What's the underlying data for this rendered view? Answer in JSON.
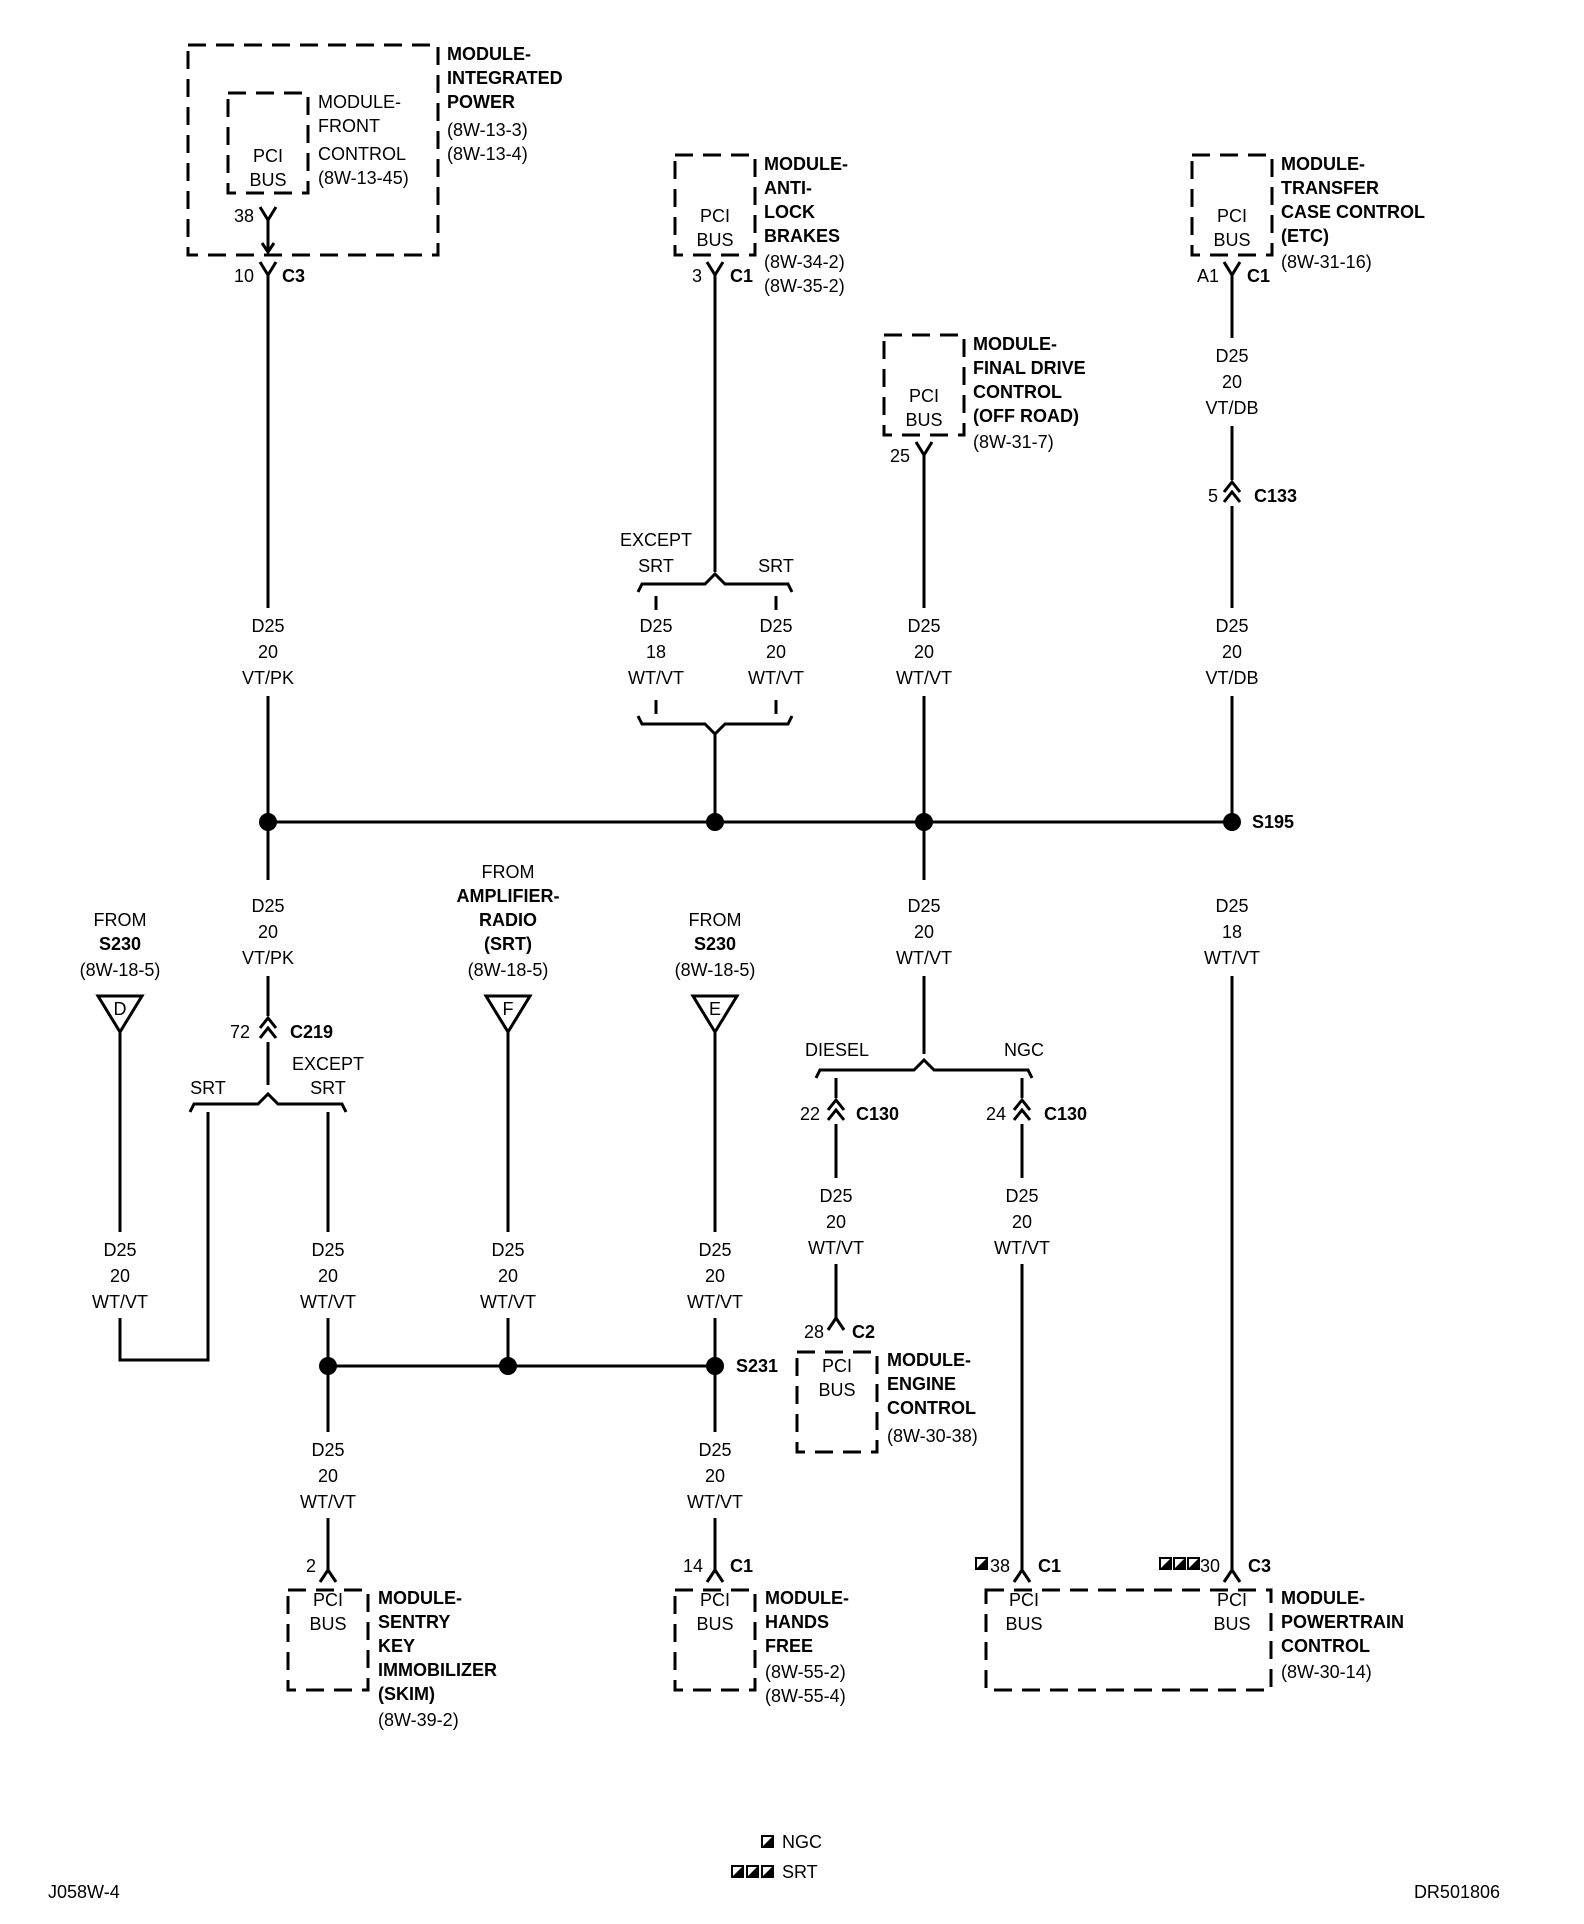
{
  "modules": {
    "integrated_power": {
      "name": [
        "MODULE-",
        "INTEGRATED",
        "POWER"
      ],
      "refs": [
        "(8W-13-3)",
        "(8W-13-4)"
      ]
    },
    "front_control": {
      "name": [
        "MODULE-",
        "FRONT",
        "CONTROL"
      ],
      "refs": [
        "(8W-13-45)"
      ],
      "bus": [
        "PCI",
        "BUS"
      ],
      "pin": "38"
    },
    "anti_lock_brakes": {
      "name": [
        "MODULE-",
        "ANTI-",
        "LOCK",
        "BRAKES"
      ],
      "refs": [
        "(8W-34-2)",
        "(8W-35-2)"
      ],
      "bus": [
        "PCI",
        "BUS"
      ],
      "pin": "3",
      "connector": "C1"
    },
    "final_drive": {
      "name": [
        "MODULE-",
        "FINAL DRIVE",
        "CONTROL",
        "(OFF ROAD)"
      ],
      "refs": [
        "(8W-31-7)"
      ],
      "bus": [
        "PCI",
        "BUS"
      ],
      "pin": "25"
    },
    "transfer_case": {
      "name": [
        "MODULE-",
        "TRANSFER",
        "CASE CONTROL",
        "(ETC)"
      ],
      "refs": [
        "(8W-31-16)"
      ],
      "bus": [
        "PCI",
        "BUS"
      ],
      "pin": "A1",
      "connector": "C1"
    },
    "engine_control": {
      "name": [
        "MODULE-",
        "ENGINE",
        "CONTROL"
      ],
      "refs": [
        "(8W-30-38)"
      ],
      "bus": [
        "PCI",
        "BUS"
      ],
      "pin": "28",
      "connector": "C2"
    },
    "skim": {
      "name": [
        "MODULE-",
        "SENTRY",
        "KEY",
        "IMMOBILIZER",
        "(SKIM)"
      ],
      "refs": [
        "(8W-39-2)"
      ],
      "bus": [
        "PCI",
        "BUS"
      ],
      "pin": "2"
    },
    "hands_free": {
      "name": [
        "MODULE-",
        "HANDS",
        "FREE"
      ],
      "refs": [
        "(8W-55-2)",
        "(8W-55-4)"
      ],
      "bus": [
        "PCI",
        "BUS"
      ],
      "pin": "14",
      "connector": "C1"
    },
    "powertrain": {
      "name": [
        "MODULE-",
        "POWERTRAIN",
        "CONTROL"
      ],
      "refs": [
        "(8W-30-14)"
      ],
      "bus": [
        "PCI",
        "BUS"
      ],
      "pin_a": "38",
      "connector_a": "C1",
      "pin_b": "30",
      "connector_b": "C3"
    }
  },
  "ipm_connector": {
    "pin": "10",
    "connector": "C3"
  },
  "wires": {
    "vt_pk": [
      "D25",
      "20",
      "VT/PK"
    ],
    "wt_vt_18": [
      "D25",
      "18",
      "WT/VT"
    ],
    "wt_vt_20": [
      "D25",
      "20",
      "WT/VT"
    ],
    "vt_db": [
      "D25",
      "20",
      "VT/DB"
    ]
  },
  "inline_connectors": {
    "c133": {
      "pin": "5",
      "name": "C133"
    },
    "c219": {
      "pin": "72",
      "name": "C219"
    },
    "c130_diesel": {
      "pin": "22",
      "name": "C130"
    },
    "c130_ngc": {
      "pin": "24",
      "name": "C130"
    }
  },
  "splices": {
    "s195": "S195",
    "s231": "S231"
  },
  "options": {
    "except_srt": [
      "EXCEPT",
      "SRT"
    ],
    "srt": "SRT",
    "diesel": "DIESEL",
    "ngc": "NGC"
  },
  "sources": {
    "d": {
      "text": [
        "FROM",
        "S230",
        "(8W-18-5)"
      ],
      "letter": "D"
    },
    "f": {
      "text": [
        "FROM",
        "AMPLIFIER-",
        "RADIO",
        "(SRT)",
        "(8W-18-5)"
      ],
      "letter": "F"
    },
    "e": {
      "text": [
        "FROM",
        "S230",
        "(8W-18-5)"
      ],
      "letter": "E"
    }
  },
  "legend": {
    "ngc": "NGC",
    "srt": "SRT"
  },
  "footer": {
    "left_id": "J058W-4",
    "right_id": "DR501806"
  }
}
